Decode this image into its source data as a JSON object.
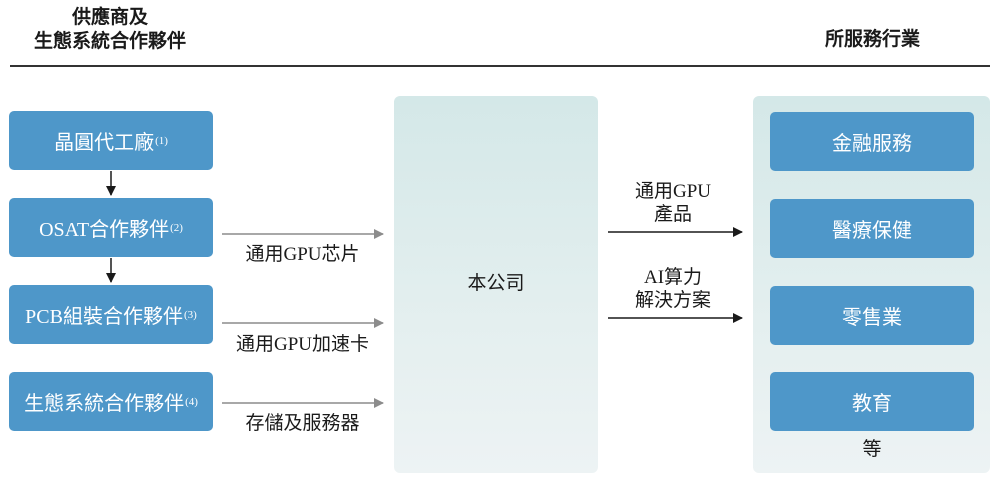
{
  "header": {
    "left_title": [
      "供應商及",
      "生態系統合作夥伴"
    ],
    "right_title": "所服務行業"
  },
  "suppliers": [
    {
      "label": "晶圓代工廠",
      "note": "(1)"
    },
    {
      "label": "OSAT合作夥伴",
      "note": "(2)"
    },
    {
      "label": "PCB組裝合作夥伴",
      "note": "(3)"
    },
    {
      "label": "生態系統合作夥伴",
      "note": "(4)"
    }
  ],
  "supply_flows": [
    "通用GPU芯片",
    "通用GPU加速卡",
    "存儲及服務器"
  ],
  "company": "本公司",
  "output_flows": [
    {
      "lines": [
        "通用GPU",
        "產品"
      ]
    },
    {
      "lines": [
        "AI算力",
        "解決方案"
      ]
    }
  ],
  "industries": [
    "金融服務",
    "醫療保健",
    "零售業",
    "教育"
  ],
  "industries_more": "等",
  "colors": {
    "box": "#4e97c9",
    "panel": "#d9ebea",
    "gray_arrow": "#8c8c8c",
    "black_arrow": "#1a1a1a"
  }
}
